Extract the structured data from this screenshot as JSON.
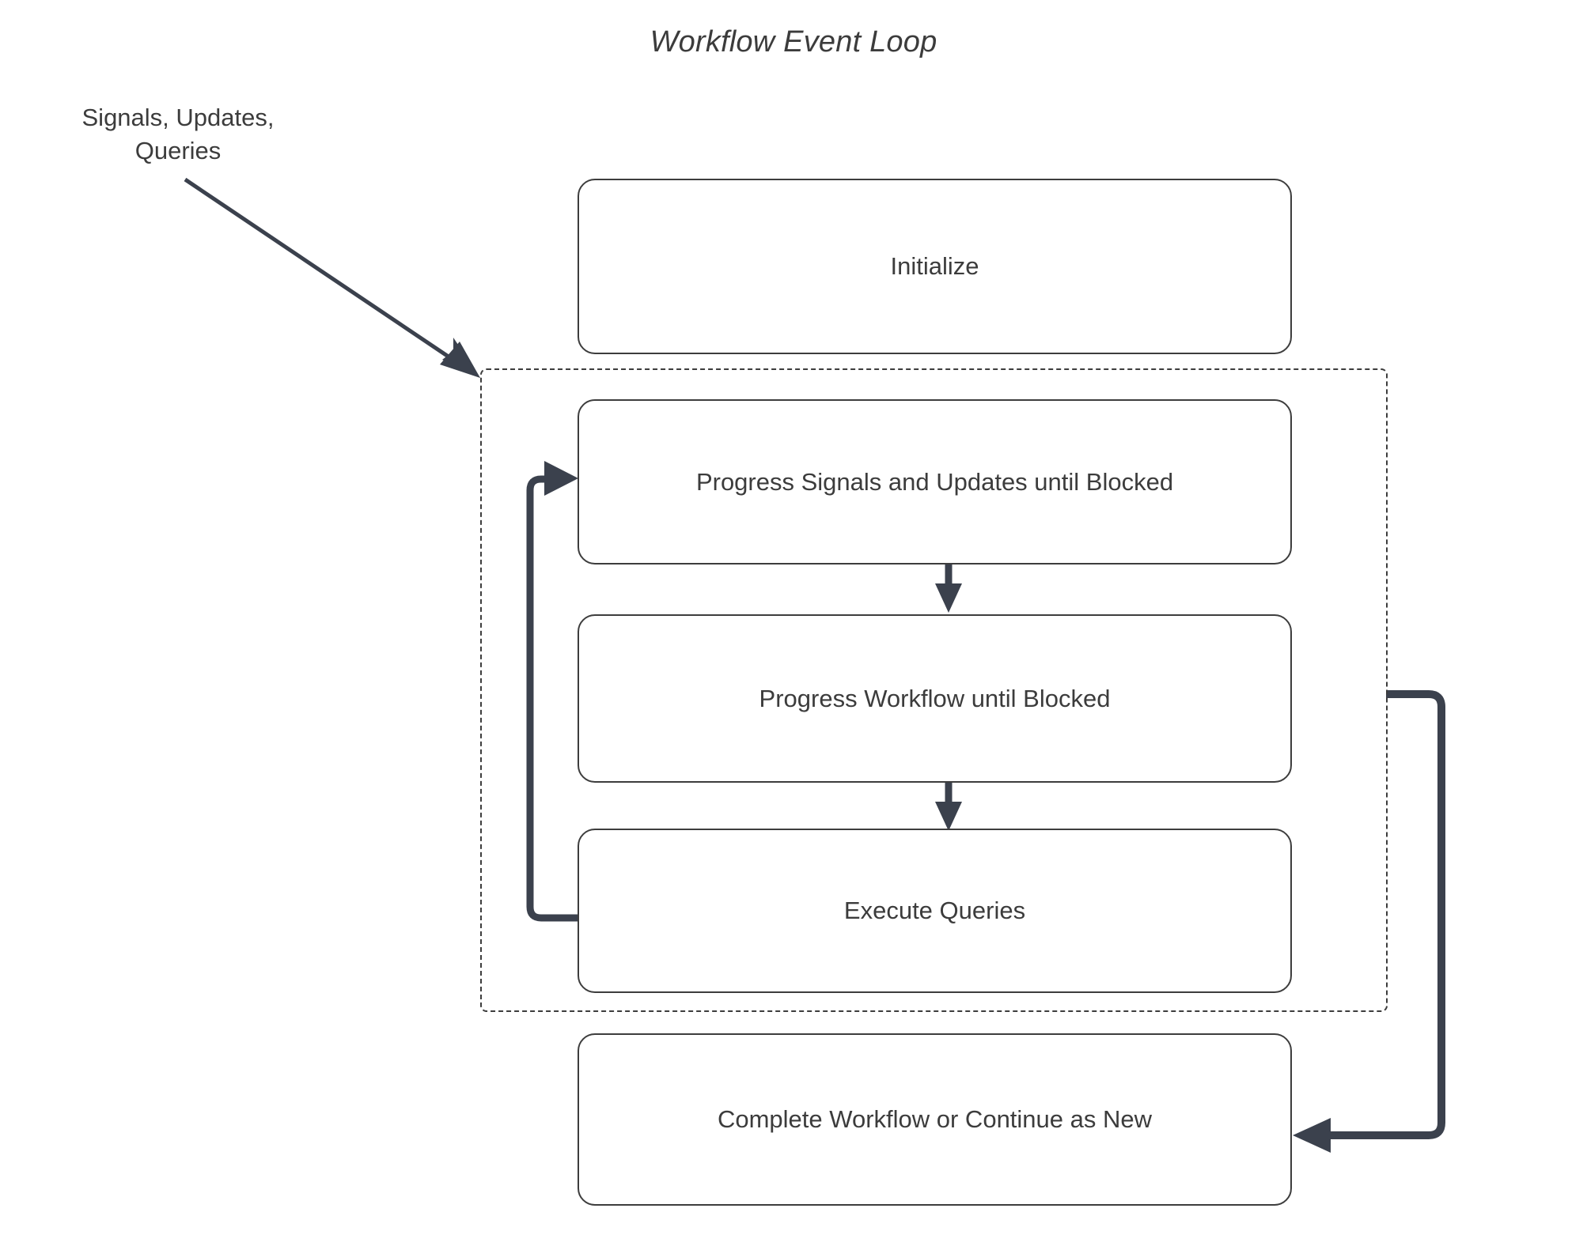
{
  "diagram": {
    "title": "Workflow Event Loop",
    "type": "flowchart",
    "colors": {
      "background": "#ffffff",
      "node_border": "#3d3d3d",
      "node_fill": "#ffffff",
      "text": "#3c3c3c",
      "arrow": "#3b414d",
      "container_border": "#3d3d3d"
    },
    "external_labels": [
      {
        "name": "signals-updates-queries-label",
        "text": "Signals, Updates,\nQueries"
      }
    ],
    "nodes": [
      {
        "id": "initialize",
        "label": "Initialize"
      },
      {
        "id": "progress-signals",
        "label": "Progress Signals and Updates until Blocked"
      },
      {
        "id": "progress-workflow",
        "label": "Progress Workflow until Blocked"
      },
      {
        "id": "execute-queries",
        "label": "Execute Queries"
      },
      {
        "id": "complete-workflow",
        "label": "Complete Workflow or Continue as New"
      }
    ],
    "container": {
      "id": "event-loop-container",
      "style": "dashed",
      "label": ""
    },
    "edges": [
      {
        "from": "signals-updates-queries-label",
        "to": "event-loop-container",
        "style": "thin-diagonal",
        "label": ""
      },
      {
        "from": "progress-signals",
        "to": "progress-workflow",
        "style": "thick-down",
        "label": ""
      },
      {
        "from": "progress-workflow",
        "to": "execute-queries",
        "style": "thick-down",
        "label": ""
      },
      {
        "from": "execute-queries",
        "to": "progress-signals",
        "style": "thick-loop-left",
        "label": ""
      },
      {
        "from": "event-loop-container",
        "to": "complete-workflow",
        "style": "thick-loop-right",
        "label": ""
      }
    ]
  }
}
